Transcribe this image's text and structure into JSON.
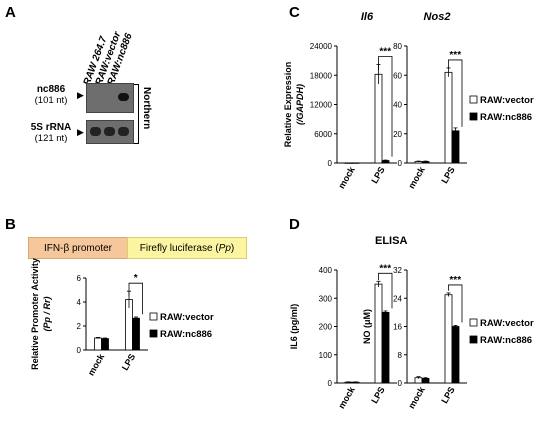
{
  "panels": {
    "A": {
      "label": "A",
      "lanes": [
        "RAW 264.7",
        "RAW:vector",
        "RAW:nc886"
      ],
      "bands": [
        {
          "name": "nc886",
          "size": "(101 nt)"
        },
        {
          "name": "5S rRNA",
          "size": "(121 nt)"
        }
      ],
      "method": "Northern",
      "arrow": "▶"
    },
    "B": {
      "label": "B",
      "promoter": "IFN-β promoter",
      "luciferase_prefix": "Firefly luciferase (",
      "luciferase_italic": "Pp",
      "luciferase_suffix": ")"
    },
    "C": {
      "label": "C"
    },
    "D": {
      "label": "D",
      "title": "ELISA"
    }
  },
  "colors": {
    "vector_bar": "#ffffff",
    "nc886_bar": "#000000",
    "promoter_box": "#f5c79a",
    "luciferase_box": "#fbf4a0"
  },
  "chart_data": [
    {
      "id": "B",
      "type": "bar",
      "categories": [
        "mock",
        "LPS"
      ],
      "series": [
        {
          "name": "RAW:vector",
          "values": [
            1.0,
            4.2
          ],
          "errors": [
            0.05,
            0.7
          ]
        },
        {
          "name": "RAW:nc886",
          "values": [
            0.95,
            2.65
          ],
          "errors": [
            0.05,
            0.1
          ]
        }
      ],
      "ylabel": "Relative Promoter Activity",
      "ylabel2": "(Pp / Rr)",
      "ylim": [
        0,
        6
      ],
      "yticks": [
        "0",
        "2",
        "4",
        "6"
      ],
      "significance": "*",
      "legend": [
        "RAW:vector",
        "RAW:nc886"
      ]
    },
    {
      "id": "C1",
      "type": "bar",
      "title": "Il6",
      "categories": [
        "mock",
        "LPS"
      ],
      "series": [
        {
          "name": "RAW:vector",
          "values": [
            30,
            18200
          ],
          "errors": [
            0,
            2000
          ]
        },
        {
          "name": "RAW:nc886",
          "values": [
            30,
            500
          ],
          "errors": [
            0,
            100
          ]
        }
      ],
      "ylabel": "Relative Expression",
      "ylabel2": "(/GAPDH)",
      "ylim": [
        0,
        24000
      ],
      "yticks": [
        "0",
        "6000",
        "12000",
        "18000",
        "24000"
      ],
      "significance": "***"
    },
    {
      "id": "C2",
      "type": "bar",
      "title": "Nos2",
      "categories": [
        "mock",
        "LPS"
      ],
      "series": [
        {
          "name": "RAW:vector",
          "values": [
            1,
            62
          ],
          "errors": [
            0.3,
            3
          ]
        },
        {
          "name": "RAW:nc886",
          "values": [
            1,
            22
          ],
          "errors": [
            0.3,
            2
          ]
        }
      ],
      "ylim": [
        0,
        80
      ],
      "yticks": [
        "0",
        "20",
        "40",
        "60",
        "80"
      ],
      "significance": "***",
      "legend": [
        "RAW:vector",
        "RAW:nc886"
      ]
    },
    {
      "id": "D1",
      "type": "bar",
      "categories": [
        "mock",
        "LPS"
      ],
      "series": [
        {
          "name": "RAW:vector",
          "values": [
            3,
            350
          ],
          "errors": [
            1,
            10
          ]
        },
        {
          "name": "RAW:nc886",
          "values": [
            3,
            250
          ],
          "errors": [
            1,
            5
          ]
        }
      ],
      "ylabel": "IL6 (pg/ml)",
      "ylim": [
        0,
        400
      ],
      "yticks": [
        "0",
        "100",
        "200",
        "300",
        "400"
      ],
      "significance": "***"
    },
    {
      "id": "D2",
      "type": "bar",
      "categories": [
        "mock",
        "LPS"
      ],
      "series": [
        {
          "name": "RAW:vector",
          "values": [
            1.5,
            25
          ],
          "errors": [
            0.3,
            0.5
          ]
        },
        {
          "name": "RAW:nc886",
          "values": [
            1.3,
            16
          ],
          "errors": [
            0.2,
            0.3
          ]
        }
      ],
      "ylabel": "NO (μM)",
      "ylim": [
        0,
        32
      ],
      "yticks": [
        "0",
        "8",
        "16",
        "24",
        "32"
      ],
      "significance": "***",
      "legend": [
        "RAW:vector",
        "RAW:nc886"
      ]
    }
  ]
}
